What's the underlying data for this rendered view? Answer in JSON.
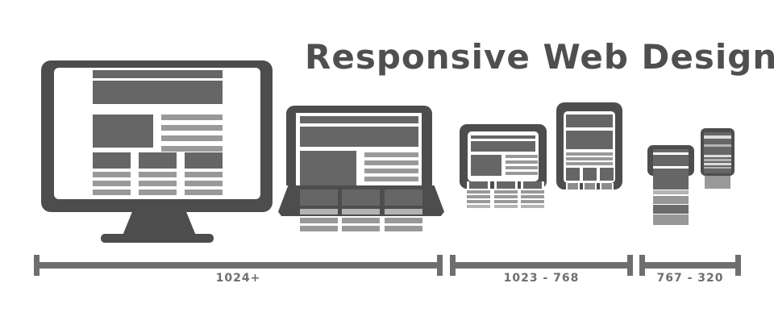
{
  "title": "Responsive Web Design",
  "rulers": [
    {
      "label": "1024+"
    },
    {
      "label": "1023 - 768"
    },
    {
      "label": "767 - 320"
    }
  ],
  "icons": [
    "desktop-monitor-icon",
    "laptop-icon",
    "tablet-landscape-icon",
    "tablet-portrait-icon",
    "smartphone-large-icon",
    "smartphone-small-icon"
  ],
  "colors": {
    "background": "#ffffff",
    "frame": "#4d4d4d",
    "block": "#666666",
    "line": "#999999",
    "line_light": "#b3b3b3",
    "line_mid": "#979797",
    "line_dark": "#6b6b6b",
    "tab": "#8c8c8c",
    "stripe_bright": "#dcdcdc",
    "ruler": "#6e6e6e",
    "title_text": "#4f4f4f"
  }
}
